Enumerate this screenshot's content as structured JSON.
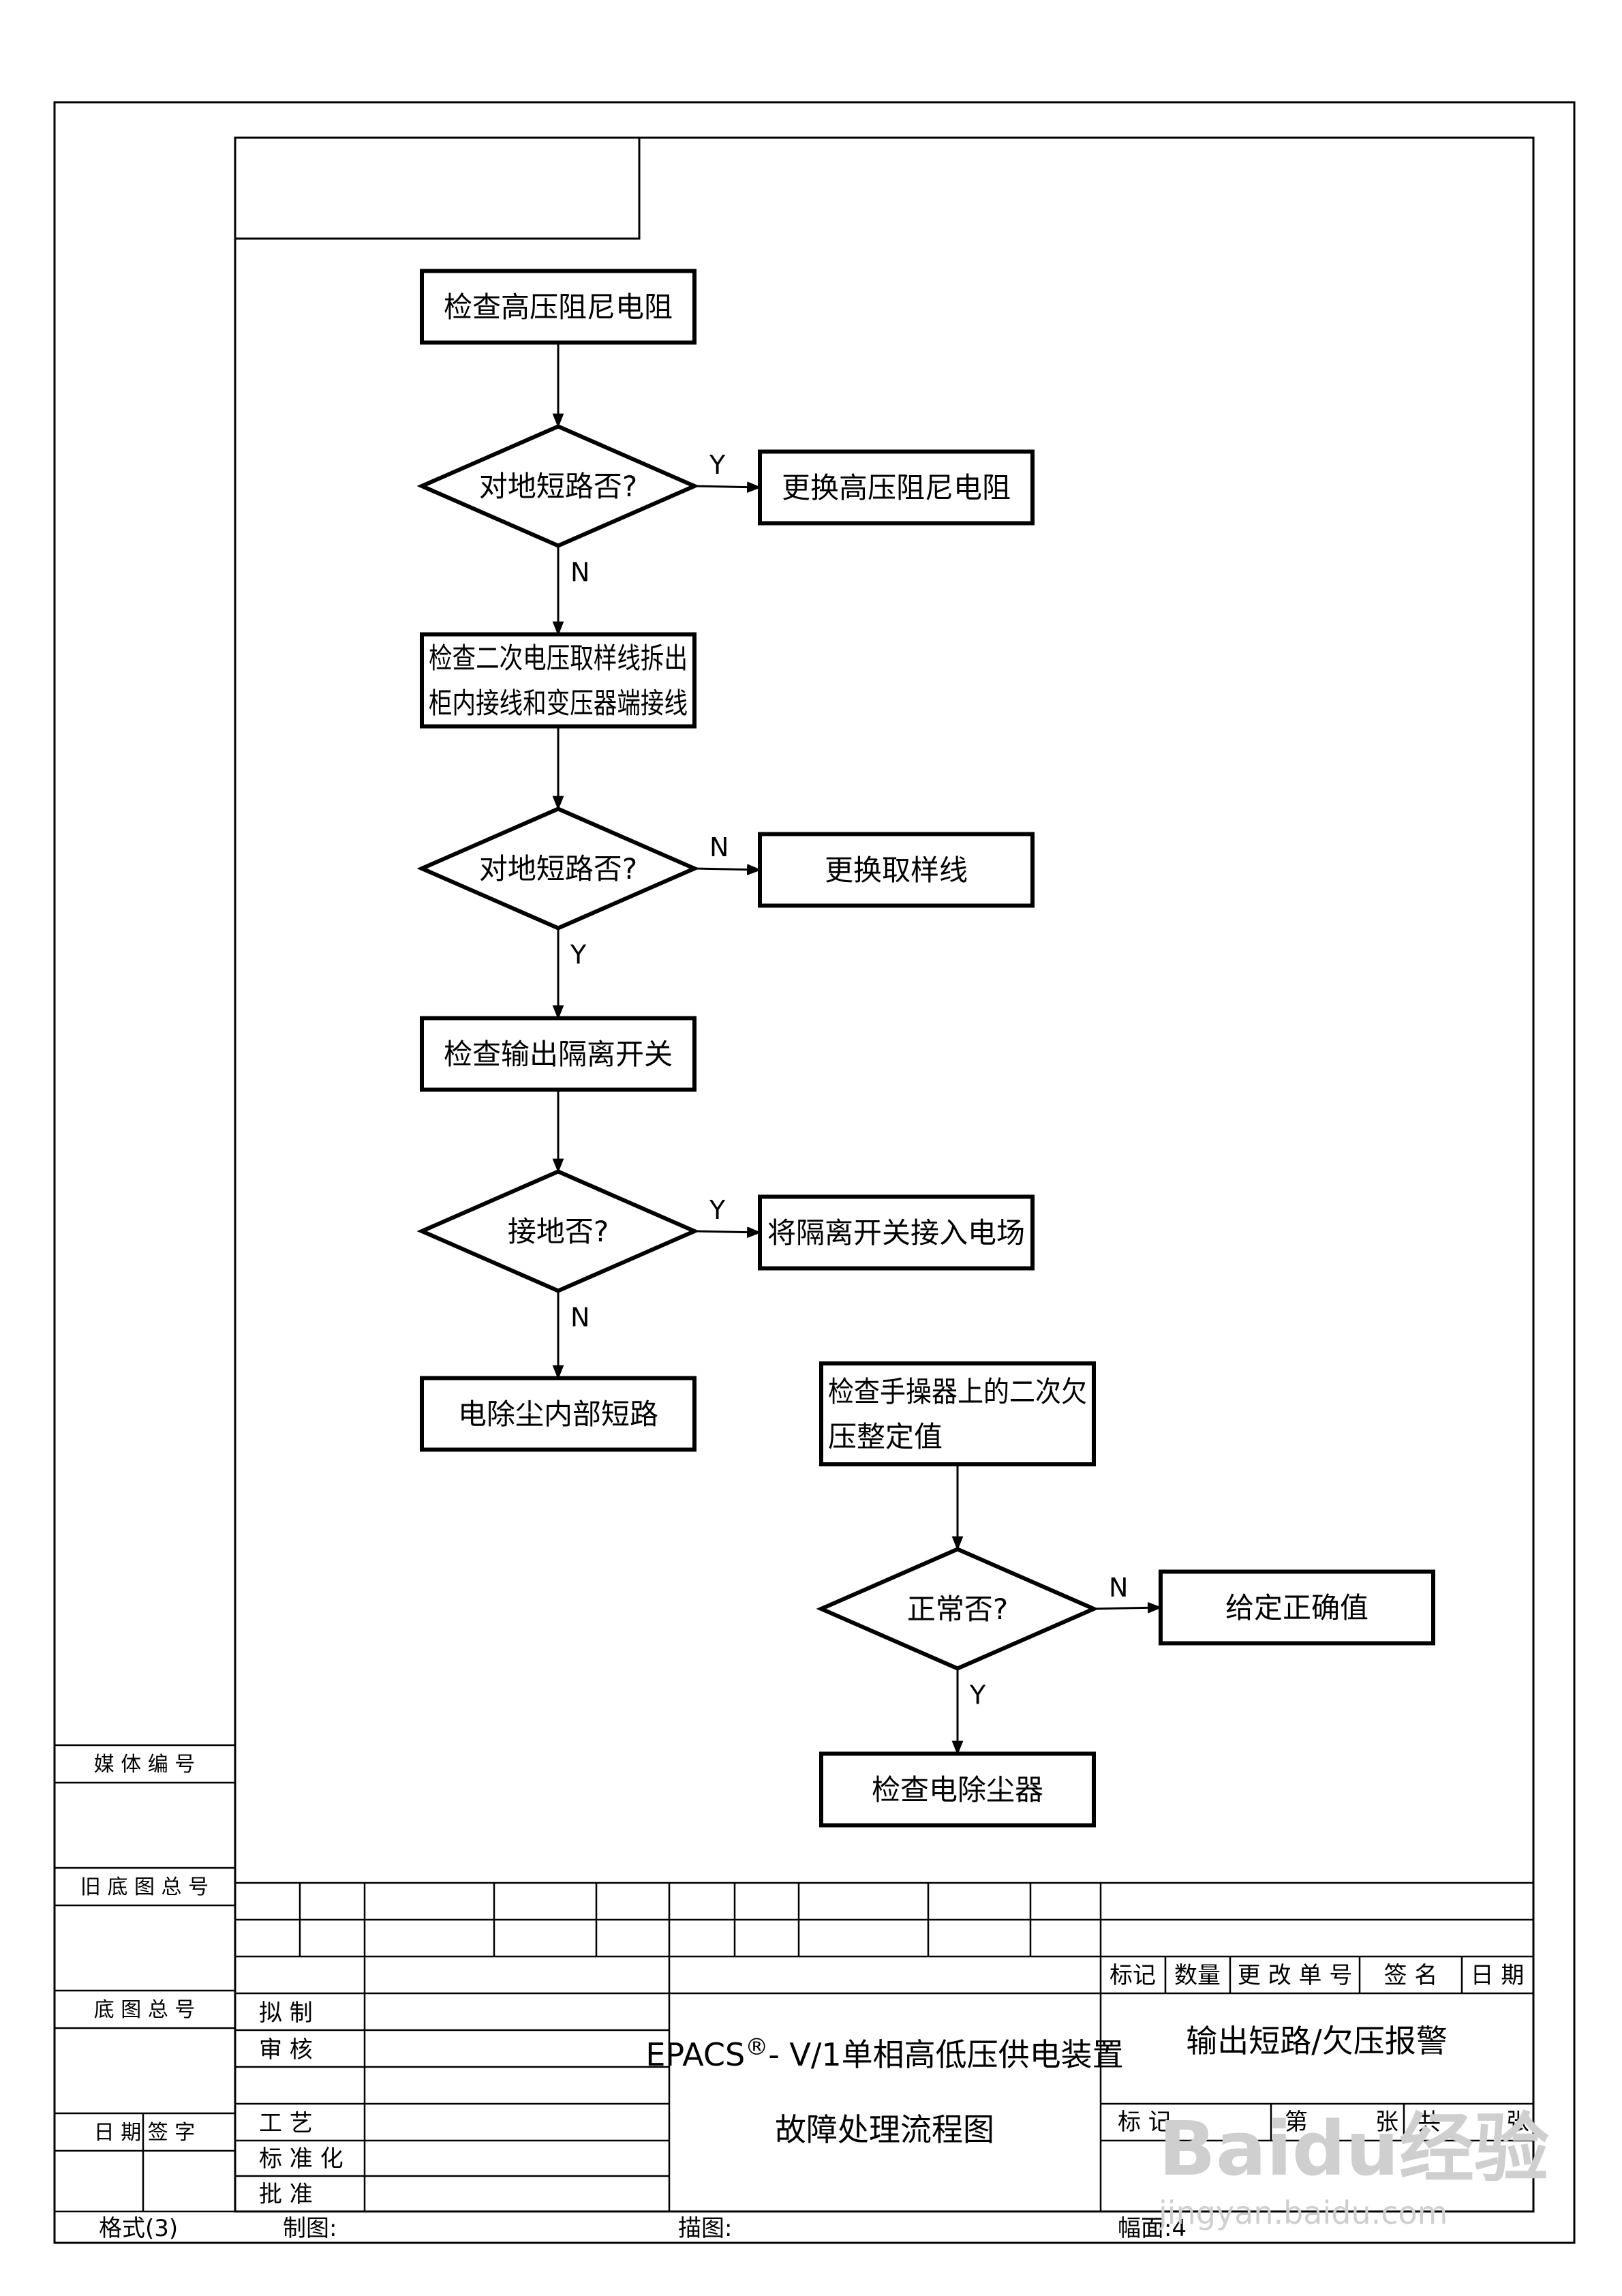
{
  "flowchart": {
    "nodes": [
      {
        "id": "n1",
        "shape": "process",
        "lines": [
          "检查高压阻尼电阻"
        ]
      },
      {
        "id": "d1",
        "shape": "decision",
        "lines": [
          "对地短路否?"
        ]
      },
      {
        "id": "n2",
        "shape": "process",
        "lines": [
          "更换高压阻尼电阻"
        ]
      },
      {
        "id": "n3",
        "shape": "process",
        "lines": [
          "检查二次电压取样线拆出",
          "柜内接线和变压器端接线"
        ]
      },
      {
        "id": "d2",
        "shape": "decision",
        "lines": [
          "对地短路否?"
        ]
      },
      {
        "id": "n4",
        "shape": "process",
        "lines": [
          "更换取样线"
        ]
      },
      {
        "id": "n5",
        "shape": "process",
        "lines": [
          "检查输出隔离开关"
        ]
      },
      {
        "id": "d3",
        "shape": "decision",
        "lines": [
          "接地否?"
        ]
      },
      {
        "id": "n6",
        "shape": "process",
        "lines": [
          "将隔离开关接入电场"
        ]
      },
      {
        "id": "n7",
        "shape": "process",
        "lines": [
          "电除尘内部短路"
        ]
      },
      {
        "id": "n8",
        "shape": "process",
        "lines": [
          "检查手操器上的二次欠",
          "压整定值"
        ]
      },
      {
        "id": "d4",
        "shape": "decision",
        "lines": [
          "正常否?"
        ]
      },
      {
        "id": "n9",
        "shape": "process",
        "lines": [
          "给定正确值"
        ]
      },
      {
        "id": "n10",
        "shape": "process",
        "lines": [
          "检查电除尘器"
        ]
      }
    ],
    "edges": [
      {
        "from": "n1",
        "to": "d1",
        "label": ""
      },
      {
        "from": "d1",
        "to": "n2",
        "label": "Y"
      },
      {
        "from": "d1",
        "to": "n3",
        "label": "N"
      },
      {
        "from": "n3",
        "to": "d2",
        "label": ""
      },
      {
        "from": "d2",
        "to": "n4",
        "label": "N"
      },
      {
        "from": "d2",
        "to": "n5",
        "label": "Y"
      },
      {
        "from": "n5",
        "to": "d3",
        "label": ""
      },
      {
        "from": "d3",
        "to": "n6",
        "label": "Y"
      },
      {
        "from": "d3",
        "to": "n7",
        "label": "N"
      },
      {
        "from": "n8",
        "to": "d4",
        "label": ""
      },
      {
        "from": "d4",
        "to": "n9",
        "label": "N"
      },
      {
        "from": "d4",
        "to": "n10",
        "label": "Y"
      }
    ]
  },
  "title_block": {
    "drawing_title_prefix": "EPACS",
    "registered_mark": "®",
    "drawing_title_suffix": "- V/1单相高低压供电装置",
    "drawing_subtitle": "故障处理流程图",
    "sheet_title": "输出短路/欠压报警",
    "revision_headers": [
      "标记",
      "数量",
      "更 改 单 号",
      "签  名",
      "日  期"
    ],
    "sheet_counter": [
      "标  记",
      "第",
      "张",
      "共",
      "张"
    ],
    "approval_rows": [
      "拟    制",
      "审    核",
      "工    艺",
      "标 准 化",
      "批    准"
    ],
    "side_labels": [
      "媒 体 编 号",
      "旧 底 图 总 号",
      "底  图  总  号",
      "日  期  签  字"
    ],
    "footer": {
      "format": "格式(3)",
      "drawn_by": "制图:",
      "traced_by": "描图:",
      "sheet_size": "幅面:4"
    }
  },
  "watermark": {
    "logo_text": "Baidu经验",
    "url": "jingyan.baidu.com"
  }
}
